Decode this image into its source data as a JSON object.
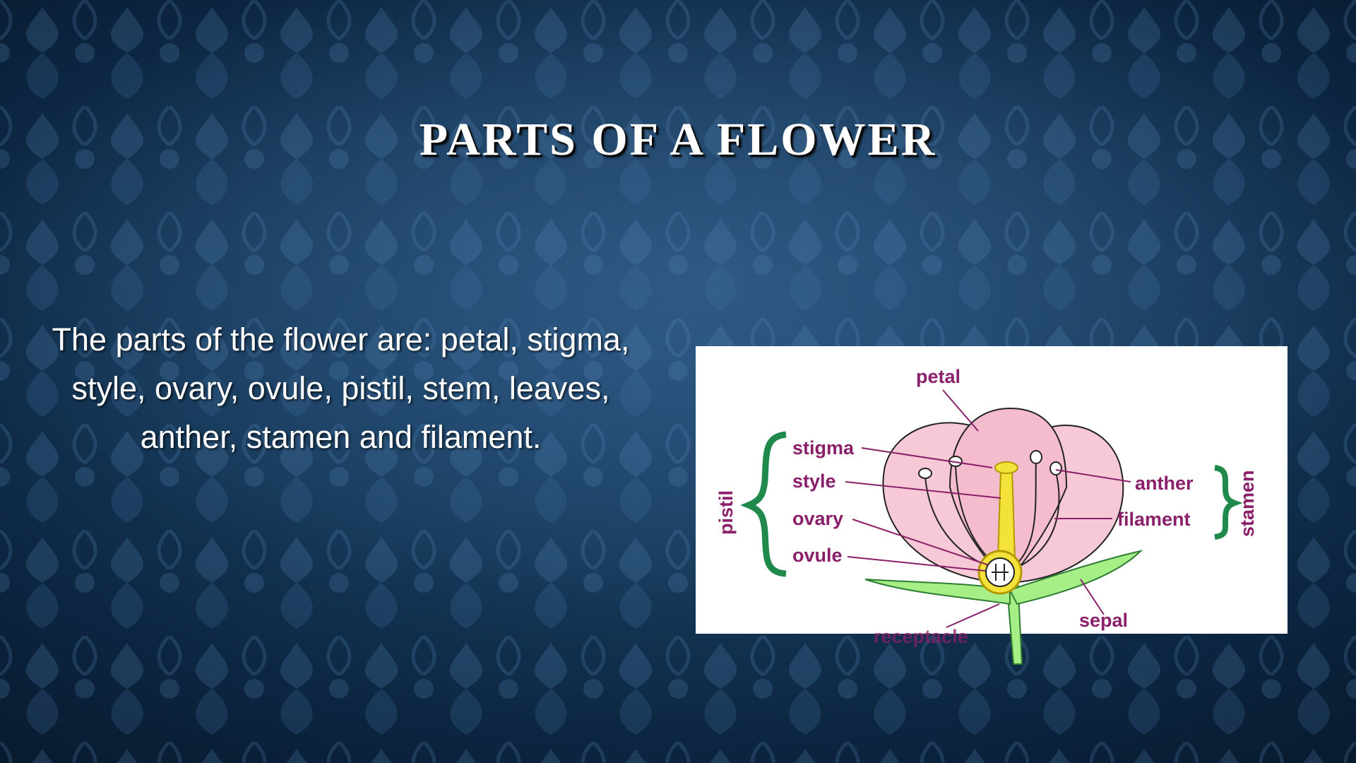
{
  "slide": {
    "title": "PARTS OF A FLOWER",
    "body": "The parts of the flower are: petal, stigma, style, ovary, ovule, pistil, stem, leaves, anther, stamen and filament."
  },
  "diagram": {
    "labels": {
      "petal": "petal",
      "stigma": "stigma",
      "style": "style",
      "ovary": "ovary",
      "ovule": "ovule",
      "pistil": "pistil",
      "anther": "anther",
      "filament": "filament",
      "stamen": "stamen",
      "sepal": "sepal",
      "receptacle": "receptacle"
    },
    "colors": {
      "label": "#8a1f6a",
      "petal": "#f7c9d6",
      "pistil": "#f2e23a",
      "leaf": "#a6ee86",
      "bracket": "#1f8a4c"
    }
  }
}
